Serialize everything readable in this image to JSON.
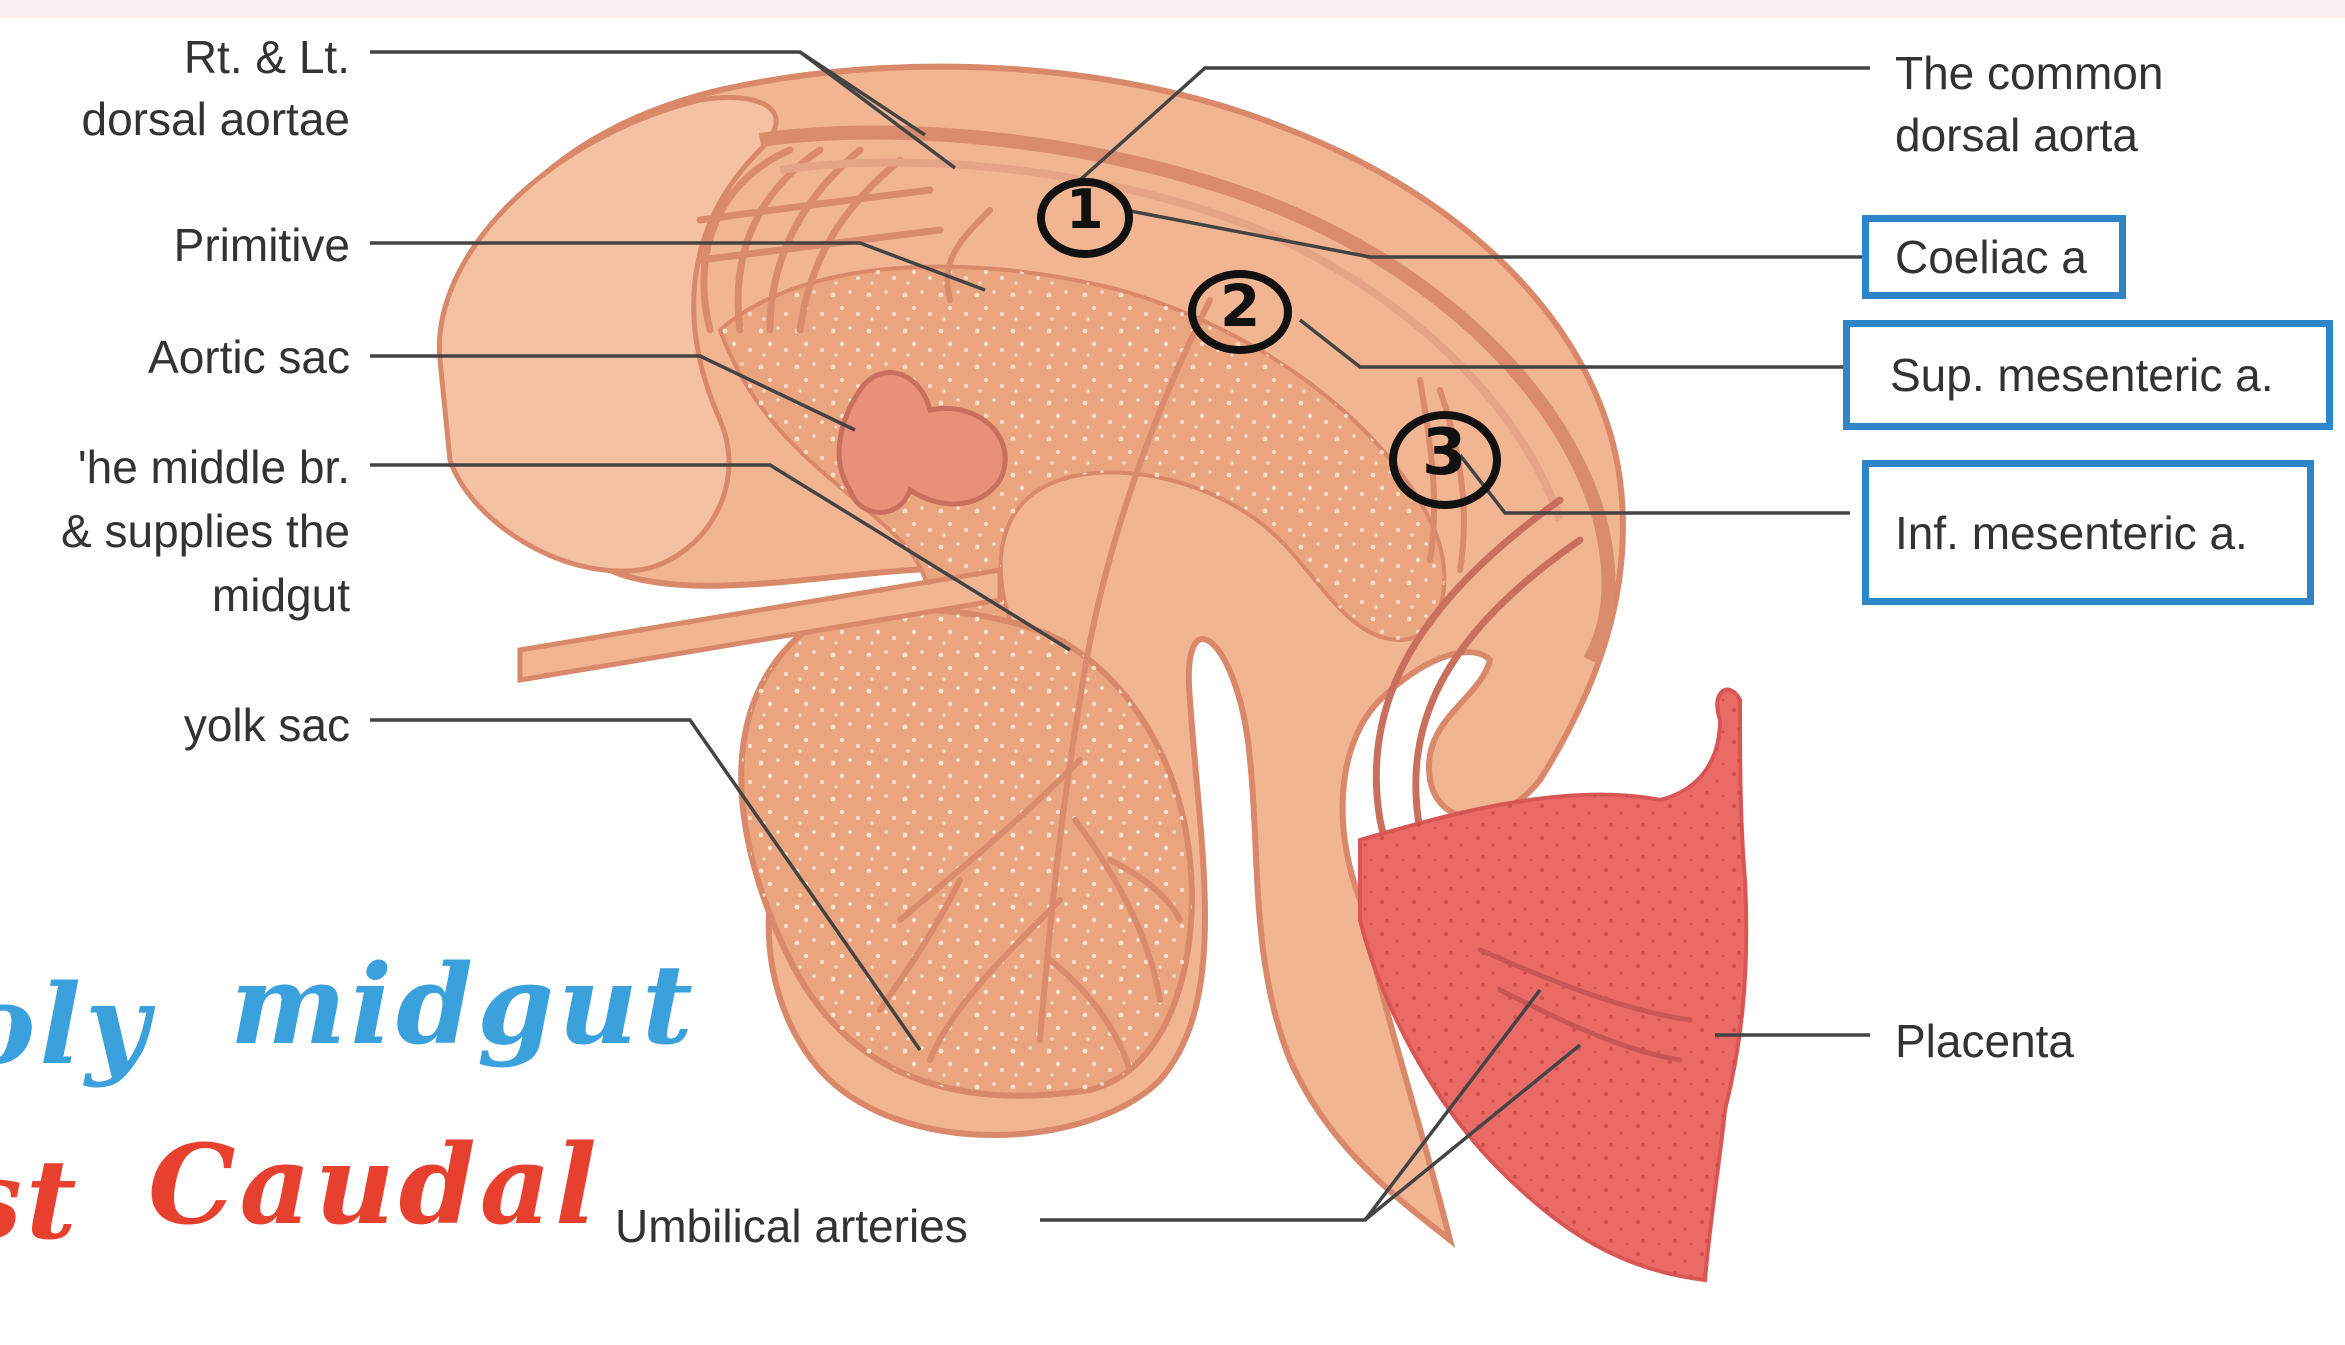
{
  "labels": {
    "left": {
      "dorsal_aortae_1": "Rt. & Lt.",
      "dorsal_aortae_2": "dorsal aortae",
      "primitive": "Primitive",
      "aortic_sac": "Aortic sac",
      "middle_br_1": "'he middle br.",
      "middle_br_2": "& supplies the",
      "middle_br_3": "midgut",
      "yolk_sac": "yolk sac"
    },
    "right": {
      "common_dorsal_1": "The common",
      "common_dorsal_2": "dorsal aorta",
      "coeliac": "Coeliac a",
      "sup_mesenteric": "Sup. mesenteric a.",
      "inf_mesenteric": "Inf. mesenteric a.",
      "placenta": "Placenta"
    },
    "bottom": {
      "umbilical": "Umbilical arteries"
    }
  },
  "markers": [
    "1",
    "2",
    "3"
  ],
  "handwriting": {
    "line1_fragment": "oly",
    "line1_word": "midgut",
    "line2_fragment": "st",
    "line2_word": "Caudal"
  },
  "colors": {
    "embryo_fill": "#f1b592",
    "embryo_dark": "#d9886a",
    "vessel": "#e19a7a",
    "placenta": "#ea6a66",
    "box_blue": "#2e86c8",
    "hand_blue": "#3ba1dc",
    "hand_red": "#e8402e",
    "leader_line": "#444444"
  }
}
